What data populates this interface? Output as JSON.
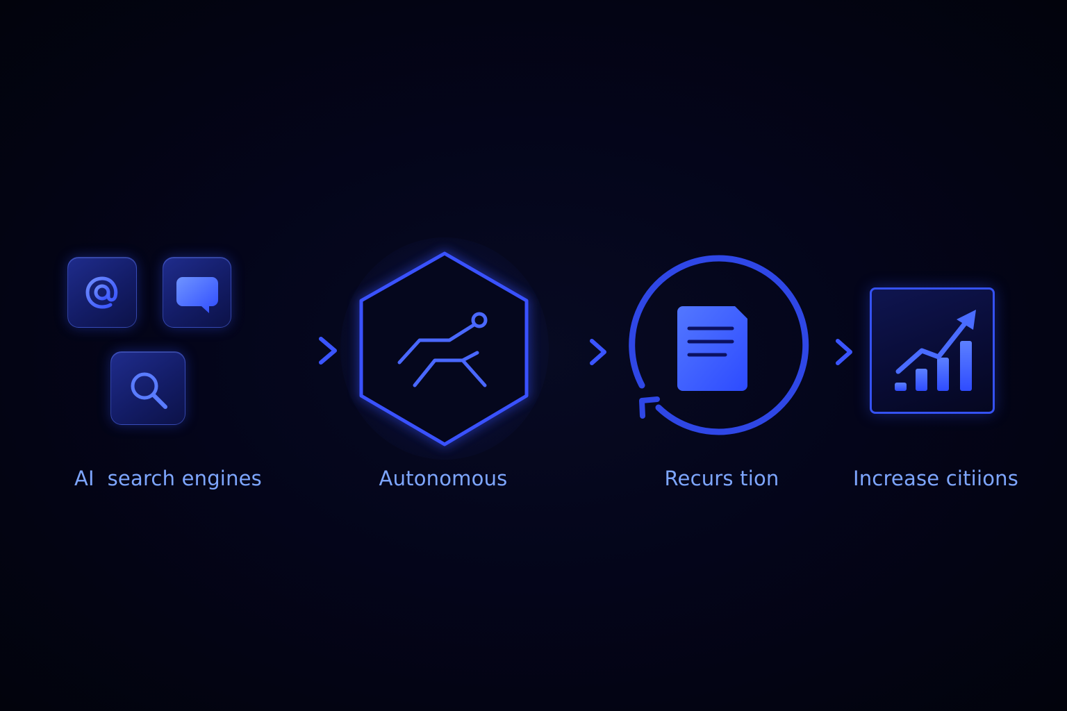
{
  "diagram": {
    "steps": [
      {
        "id": "sources",
        "label": "AI  search engines",
        "icons": [
          "at-sign-icon",
          "chat-bubble-icon",
          "search-icon"
        ]
      },
      {
        "id": "autonomous",
        "label": "Autonomous",
        "icons": [
          "agent-path-icon"
        ]
      },
      {
        "id": "recursion",
        "label": "Recurs tion",
        "icons": [
          "refresh-cycle-icon",
          "document-icon"
        ]
      },
      {
        "id": "citations",
        "label": "Increase citiions",
        "icons": [
          "growth-chart-icon"
        ]
      }
    ],
    "flow": [
      "sources",
      "autonomous",
      "recursion",
      "citations"
    ]
  },
  "colors": {
    "background": "#03040f",
    "accent": "#3b55ff",
    "accent_light": "#6f8dff",
    "label_text": "#7ea6ff",
    "tile_fill": "#16207a"
  }
}
